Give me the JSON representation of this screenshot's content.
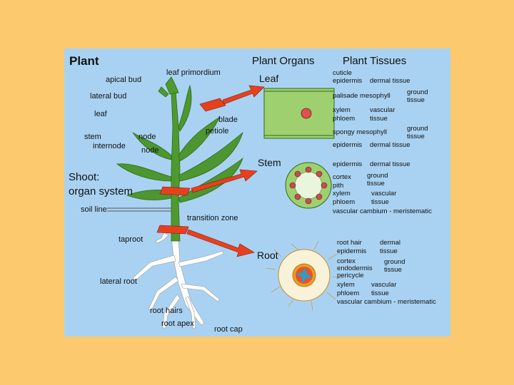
{
  "headings": {
    "plant": "Plant",
    "plant_organs": "Plant Organs",
    "plant_tissues": "Plant Tissues",
    "shoot_line1": "Shoot:",
    "shoot_line2": "organ system"
  },
  "plant_labels": {
    "apical_bud": "apical bud",
    "leaf_primordium": "leaf primordium",
    "lateral_bud": "lateral bud",
    "leaf": "leaf",
    "blade": "blade",
    "petiole": "petiole",
    "stem": "stem",
    "node_upper": "node",
    "internode": "internode",
    "node_lower": "node",
    "soil_line": "soil line",
    "transition_zone": "transition zone",
    "taproot": "taproot",
    "lateral_root": "lateral root",
    "root_hairs": "root hairs",
    "root_apex": "root apex",
    "root_cap": "root cap"
  },
  "organs": {
    "leaf": "Leaf",
    "stem": "Stem",
    "root": "Root"
  },
  "leaf_tissues": {
    "cuticle": "cuticle",
    "epidermis_top": "epidermis",
    "dermal_tissue_top": "dermal tissue",
    "palisade": "palisade mesophyll",
    "ground_1": "ground",
    "tissue_1": "tissue",
    "xylem": "xylem",
    "phloem": "phloem",
    "vascular": "vascular",
    "tissue_v": "tissue",
    "spongy": "spongy mesophyll",
    "ground_2": "ground",
    "tissue_2": "tissue",
    "epidermis_bottom": "epidermis",
    "dermal_tissue_bottom": "dermal tissue"
  },
  "stem_tissues": {
    "epidermis": "epidermis",
    "dermal_tissue": "dermal tissue",
    "cortex": "cortex",
    "pith": "pith",
    "ground": "ground",
    "tissue_g": "tissue",
    "xylem": "xylem",
    "phloem": "phloem",
    "vascular": "vascular",
    "tissue_v": "tissue",
    "cambium": "vascular cambium - meristematic"
  },
  "root_tissues": {
    "root_hair": "root hair",
    "epidermis": "epidermis",
    "dermal": "dermal",
    "tissue_d": "tissue",
    "cortex": "cortex",
    "endodermis": "endodermis",
    "pericycle": "pericycle",
    "ground": "ground",
    "tissue_g": "tissue",
    "xylem": "xylem",
    "phloem": "phloem",
    "vascular": "vascular",
    "tissue_v": "tissue",
    "cambium": "vascular cambium - meristematic"
  },
  "colors": {
    "background": "#fcc96e",
    "panel": "#a9d2f2",
    "plant_green": "#4f9a2e",
    "leaf_green": "#4d9630",
    "leaf_fill": "#9fd070",
    "cut_marker": "#e8401e",
    "root_white": "#ffffff"
  }
}
